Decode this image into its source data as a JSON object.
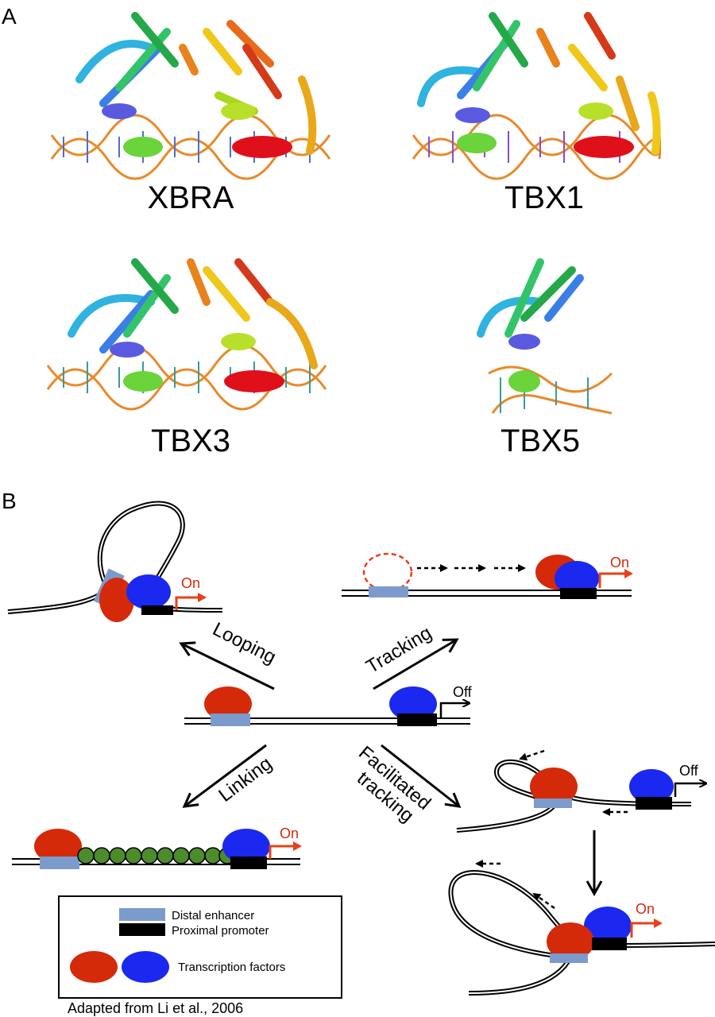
{
  "panel_a": {
    "letter": "A",
    "structures": [
      "XBRA",
      "TBX1",
      "TBX3",
      "TBX5"
    ]
  },
  "panel_b": {
    "letter": "B",
    "mechanisms": {
      "looping": "Looping",
      "tracking": "Tracking",
      "linking": "Linking",
      "facilitated_1": "Facilitated",
      "facilitated_2": "tracking"
    },
    "states": {
      "on": "On",
      "off": "Off"
    },
    "legend": {
      "enhancer": "Distal enhancer",
      "promoter": "Proximal promoter",
      "tfs": "Transcription factors"
    },
    "credit": "Adapted from Li et al., 2006"
  },
  "colors": {
    "red_tf": "#d42a0a",
    "blue_tf": "#1a28f0",
    "enhancer": "#7b9bcc",
    "promoter": "#000000",
    "linker": "#4c8c2a",
    "on_arrow": "#e8401a"
  }
}
